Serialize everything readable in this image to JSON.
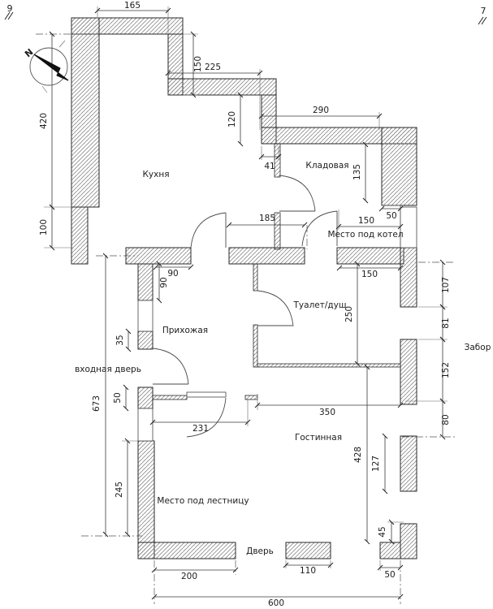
{
  "corner_marks": [
    "9",
    "7"
  ],
  "compass_north": "N",
  "rooms": [
    "Кухня",
    "Кладовая",
    "Место под котел",
    "Туалет/душ",
    "Прихожая",
    "Гостинная",
    "Место под лестницу"
  ],
  "labels": [
    "входная дверь",
    "Дверь",
    "Забор"
  ],
  "dims": [
    "165",
    "150",
    "225",
    "120",
    "290",
    "41",
    "135",
    "420",
    "100",
    "185",
    "50",
    "150",
    "150",
    "90",
    "90",
    "35",
    "50",
    "231",
    "245",
    "673",
    "250",
    "107",
    "81",
    "152",
    "80",
    "350",
    "428",
    "127",
    "45",
    "200",
    "110",
    "50",
    "600"
  ]
}
